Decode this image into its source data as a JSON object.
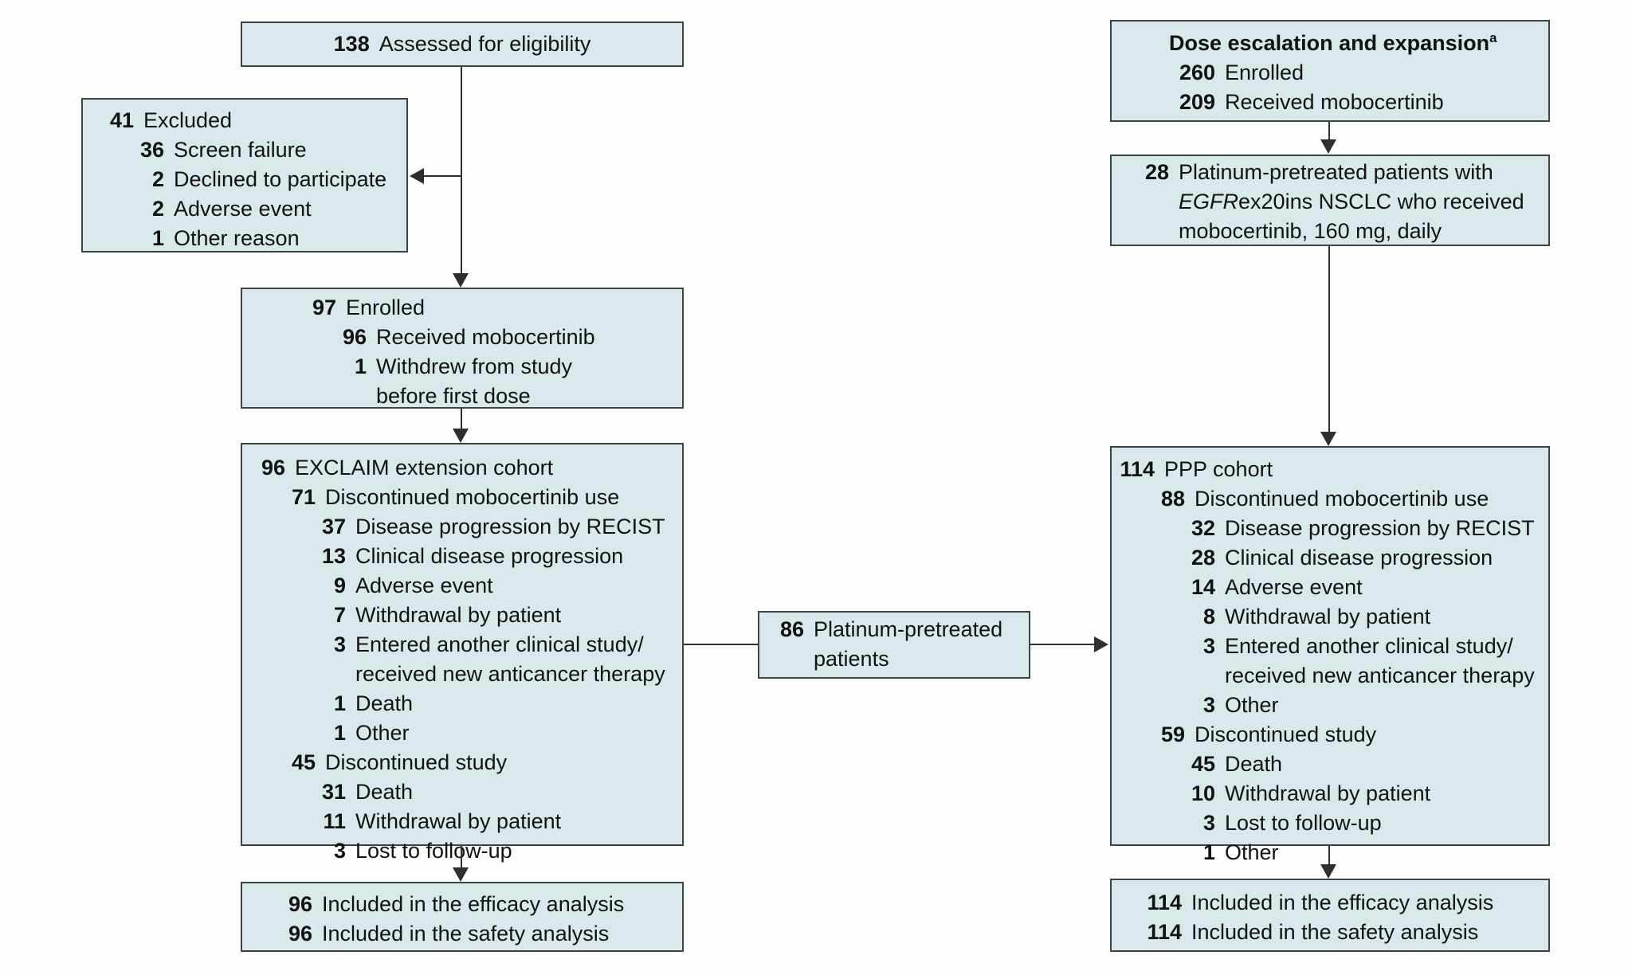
{
  "figure": {
    "kind": "CONSORT patient flow diagram",
    "colors": {
      "box_fill": "#d9e8ea",
      "box_border": "#3a4446",
      "arrow": "#2f2f2f",
      "background": "#fdfdfd",
      "text": "#121212"
    }
  },
  "boxes": {
    "assessed": {
      "num": "138",
      "text": "Assessed for eligibility"
    },
    "excluded": {
      "lines": [
        {
          "num": "41",
          "text": "Excluded"
        },
        {
          "num": "36",
          "text": "Screen failure"
        },
        {
          "num": "2",
          "text": "Declined to participate"
        },
        {
          "num": "2",
          "text": "Adverse event"
        },
        {
          "num": "1",
          "text": "Other reason"
        }
      ]
    },
    "enrolled": {
      "lines": [
        {
          "num": "97",
          "text": "Enrolled"
        },
        {
          "num": "96",
          "text": "Received mobocertinib"
        },
        {
          "num": "1",
          "text": "Withdrew from study",
          "text2": "before first dose"
        }
      ]
    },
    "exclaim": {
      "lines": [
        {
          "num": "96",
          "text": "EXCLAIM extension cohort"
        },
        {
          "num": "71",
          "text": "Discontinued mobocertinib use"
        },
        {
          "num": "37",
          "text": "Disease progression by RECIST"
        },
        {
          "num": "13",
          "text": "Clinical disease progression"
        },
        {
          "num": "9",
          "text": "Adverse event"
        },
        {
          "num": "7",
          "text": "Withdrawal by patient"
        },
        {
          "num": "3",
          "text": "Entered another clinical study/",
          "text2": "received new anticancer therapy"
        },
        {
          "num": "1",
          "text": "Death"
        },
        {
          "num": "1",
          "text": "Other"
        },
        {
          "num": "45",
          "text": "Discontinued study"
        },
        {
          "num": "31",
          "text": "Death"
        },
        {
          "num": "11",
          "text": "Withdrawal by patient"
        },
        {
          "num": "3",
          "text": "Lost to follow-up"
        }
      ]
    },
    "included_left": {
      "lines": [
        {
          "num": "96",
          "text": "Included in the efficacy analysis"
        },
        {
          "num": "96",
          "text": "Included in the safety analysis"
        }
      ]
    },
    "dose": {
      "title": "Dose escalation and expansion",
      "sup": "a",
      "lines": [
        {
          "num": "260",
          "text": "Enrolled"
        },
        {
          "num": "209",
          "text": "Received mobocertinib"
        }
      ]
    },
    "plat28": {
      "num": "28",
      "line1": "Platinum-pretreated patients with",
      "italic": "EGFR",
      "line2": "ex20ins NSCLC who received",
      "line3": "mobocertinib, 160 mg, daily"
    },
    "ppp": {
      "lines": [
        {
          "num": "114",
          "text": "PPP cohort"
        },
        {
          "num": "88",
          "text": "Discontinued mobocertinib use"
        },
        {
          "num": "32",
          "text": "Disease progression by RECIST"
        },
        {
          "num": "28",
          "text": "Clinical disease progression"
        },
        {
          "num": "14",
          "text": "Adverse event"
        },
        {
          "num": "8",
          "text": "Withdrawal by patient"
        },
        {
          "num": "3",
          "text": "Entered another clinical study/",
          "text2": "received new anticancer therapy"
        },
        {
          "num": "3",
          "text": "Other"
        },
        {
          "num": "59",
          "text": "Discontinued study"
        },
        {
          "num": "45",
          "text": "Death"
        },
        {
          "num": "10",
          "text": "Withdrawal by patient"
        },
        {
          "num": "3",
          "text": "Lost to follow-up"
        },
        {
          "num": "1",
          "text": "Other"
        }
      ]
    },
    "included_right": {
      "lines": [
        {
          "num": "114",
          "text": "Included in the efficacy analysis"
        },
        {
          "num": "114",
          "text": "Included in the safety analysis"
        }
      ]
    },
    "mid86": {
      "num": "86",
      "text": "Platinum-pretreated",
      "text2": "patients"
    }
  }
}
